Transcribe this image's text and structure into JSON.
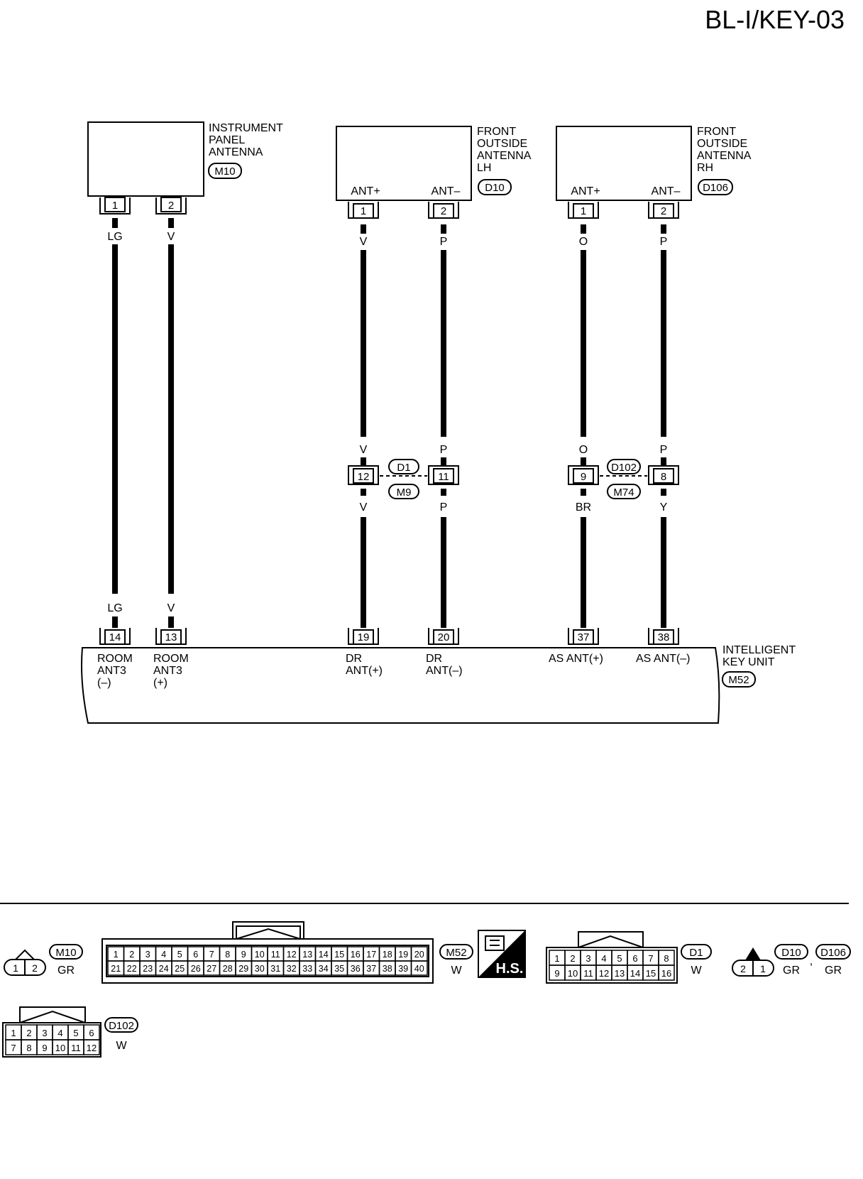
{
  "page_title": "BL-I/KEY-03",
  "components": {
    "ip_antenna": {
      "name_lines": [
        "INSTRUMENT",
        "PANEL",
        "ANTENNA"
      ],
      "connector": "M10",
      "pins": [
        "1",
        "2"
      ]
    },
    "lh_antenna": {
      "name_lines": [
        "FRONT",
        "OUTSIDE",
        "ANTENNA",
        "LH"
      ],
      "connector": "D10",
      "pin_labels": [
        "ANT+",
        "ANT–"
      ],
      "pins": [
        "1",
        "2"
      ]
    },
    "rh_antenna": {
      "name_lines": [
        "FRONT",
        "OUTSIDE",
        "ANTENNA",
        "RH"
      ],
      "connector": "D106",
      "pin_labels": [
        "ANT+",
        "ANT–"
      ],
      "pins": [
        "1",
        "2"
      ]
    },
    "key_unit": {
      "name_lines": [
        "INTELLIGENT",
        "KEY UNIT"
      ],
      "connector": "M52",
      "pins": [
        "14",
        "13",
        "19",
        "20",
        "37",
        "38"
      ],
      "pin_labels": [
        [
          "ROOM",
          "ANT3",
          "(–)"
        ],
        [
          "ROOM",
          "ANT3",
          "(+)"
        ],
        [
          "DR",
          "ANT(+)"
        ],
        [
          "DR",
          "ANT(–)"
        ],
        [
          "AS ANT(+)"
        ],
        [
          "AS ANT(–)"
        ]
      ]
    }
  },
  "wires": {
    "w1": {
      "top": "LG",
      "bottom": "LG"
    },
    "w2": {
      "top": "V",
      "bottom": "V"
    },
    "w3": {
      "top": "V",
      "mid_top": "V",
      "mid_bottom": "V"
    },
    "w4": {
      "top": "P",
      "mid_top": "P",
      "mid_bottom": "P"
    },
    "w5": {
      "top": "O",
      "mid_top": "O",
      "mid_bottom": "BR"
    },
    "w6": {
      "top": "P",
      "mid_top": "P",
      "mid_bottom": "Y"
    }
  },
  "junctions": {
    "j1": {
      "pins": [
        "12",
        "11"
      ],
      "top_connector": "D1",
      "bottom_connector": "M9"
    },
    "j2": {
      "pins": [
        "9",
        "8"
      ],
      "top_connector": "D102",
      "bottom_connector": "M74"
    }
  },
  "legend": {
    "m10": {
      "name": "M10",
      "color": "GR",
      "pins": [
        "1",
        "2"
      ]
    },
    "m52": {
      "name": "M52",
      "color": "W",
      "row1": [
        "1",
        "2",
        "3",
        "4",
        "5",
        "6",
        "7",
        "8",
        "9",
        "10",
        "11",
        "12",
        "13",
        "14",
        "15",
        "16",
        "17",
        "18",
        "19",
        "20"
      ],
      "row2": [
        "21",
        "22",
        "23",
        "24",
        "25",
        "26",
        "27",
        "28",
        "29",
        "30",
        "31",
        "32",
        "33",
        "34",
        "35",
        "36",
        "37",
        "38",
        "39",
        "40"
      ]
    },
    "hs_label": "H.S.",
    "d1": {
      "name": "D1",
      "color": "W",
      "row1": [
        "1",
        "2",
        "3",
        "4",
        "5",
        "6",
        "7",
        "8"
      ],
      "row2": [
        "9",
        "10",
        "11",
        "12",
        "13",
        "14",
        "15",
        "16"
      ]
    },
    "d10_d106": {
      "names": [
        "D10",
        "D106"
      ],
      "separator": ",",
      "colors": [
        "GR",
        "GR"
      ],
      "pins": [
        "2",
        "1"
      ]
    },
    "d102": {
      "name": "D102",
      "color": "W",
      "row1": [
        "1",
        "2",
        "3",
        "4",
        "5",
        "6"
      ],
      "row2": [
        "7",
        "8",
        "9",
        "10",
        "11",
        "12"
      ]
    }
  }
}
